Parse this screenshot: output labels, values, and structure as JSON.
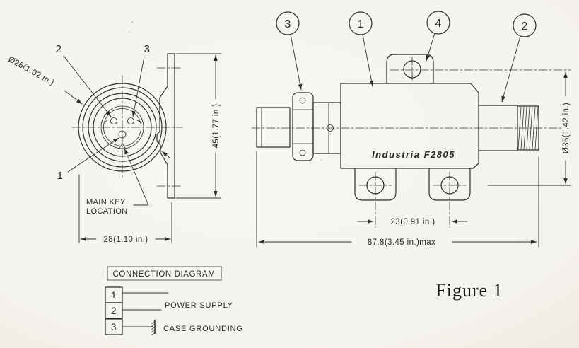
{
  "colors": {
    "paper": "#f5f3ee",
    "ink": "#2f2d2a"
  },
  "front_view": {
    "diameter_dim": "Ø26(1.02 in.)",
    "height_dim": "45(1.77 in.)",
    "width_dim": "28(1.10 in.)",
    "pin2_label": "2",
    "pin3_label": "3",
    "pin1_label": "1",
    "main_key_line1": "MAIN KEY",
    "main_key_line2": "LOCATION"
  },
  "side_view": {
    "device_label": "Industria F2805",
    "balloons": {
      "b3": "3",
      "b1": "1",
      "b4": "4",
      "b2": "2"
    },
    "hole_spacing_dim": "23(0.91 in.)",
    "overall_length_dim": "87.8(3.45 in.)max",
    "diameter_dim": "Ø36(1.42 in.)"
  },
  "connection_diagram": {
    "title": "CONNECTION DIAGRAM",
    "pin_numbers": [
      "1",
      "2",
      "3"
    ],
    "power_supply_label": "POWER SUPPLY",
    "case_grounding_label": "CASE GROUNDING"
  },
  "caption": "Figure 1"
}
